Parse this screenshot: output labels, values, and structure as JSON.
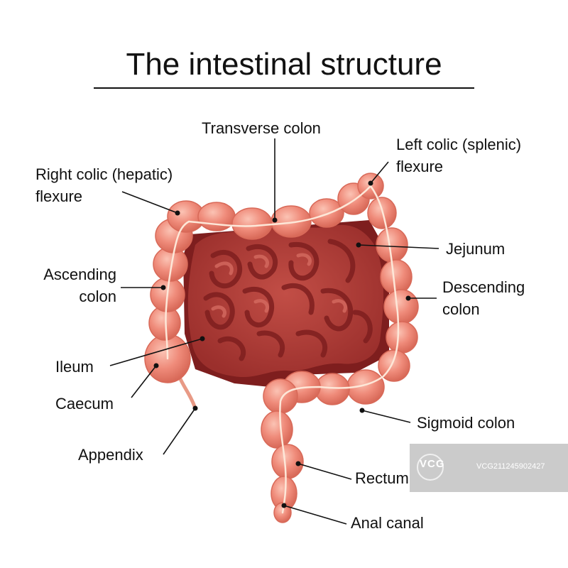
{
  "title": "The intestinal structure",
  "labels": {
    "transverse_colon": "Transverse colon",
    "left_colic_flexure": [
      "Left colic (splenic)",
      "flexure"
    ],
    "right_colic_flexure": [
      "Right colic (hepatic)",
      "flexure"
    ],
    "jejunum": "Jejunum",
    "ascending_colon": [
      "Ascending",
      "colon"
    ],
    "descending_colon": [
      "Descending",
      "colon"
    ],
    "ileum": "Ileum",
    "caecum": "Caecum",
    "sigmoid_colon": "Sigmoid colon",
    "appendix": "Appendix",
    "rectum": "Rectum",
    "anal_canal": "Anal canal"
  },
  "watermark": {
    "brand": "VCG",
    "id": "VCG211245902427"
  },
  "colors": {
    "colon_fill": "#ef8b7a",
    "colon_outline": "#d86958",
    "colon_highlight": "#f9b7a8",
    "small_intestine": "#b3403a",
    "small_intestine_shadow": "#7e1e1e",
    "taenia": "#fde7d8",
    "leader_line": "#111111"
  }
}
